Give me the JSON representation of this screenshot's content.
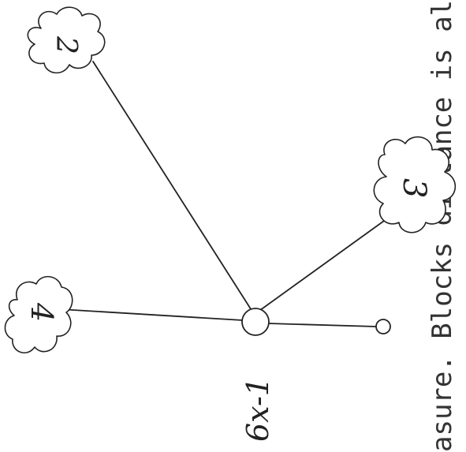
{
  "header_text": "asure.  Blocks distance is also very",
  "clouds": [
    {
      "id": "cloud-4",
      "label": "4"
    },
    {
      "id": "cloud-2",
      "label": "2"
    },
    {
      "id": "cloud-3",
      "label": "3"
    }
  ],
  "central_label": "6x-1"
}
